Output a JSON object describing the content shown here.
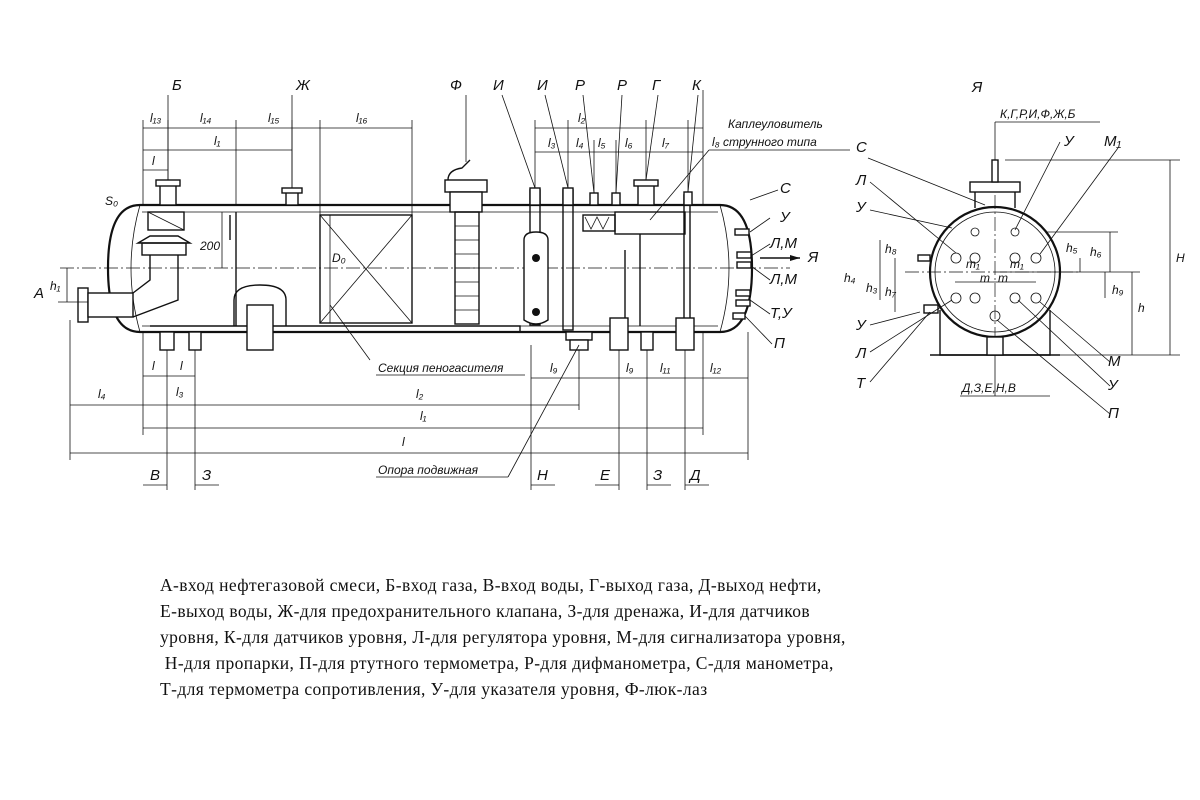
{
  "labels": {
    "nozzle_top": [
      "Б",
      "Ж",
      "Ф",
      "И",
      "И",
      "Р",
      "Р",
      "Г",
      "К"
    ],
    "nozzle_bottom": [
      "В",
      "З",
      "Н",
      "Е",
      "З",
      "Д"
    ],
    "nozzle_right": [
      "С",
      "У",
      "Л,М",
      "Я",
      "Л,М",
      "Т,У",
      "П"
    ],
    "inlet": "А",
    "wall": "S₀",
    "height_200": "200",
    "dia": "D₀",
    "h1": "h₁",
    "capture_1": "Каплеуловитель",
    "capture_2": "l₈ струнного типа",
    "foam_section": "Секция пеногасителя",
    "support": "Опора подвижная",
    "top_dims": [
      "l₁₃",
      "l₁₄",
      "l₁₅",
      "l₁₆",
      "l₁",
      "l",
      "l₂",
      "l₃",
      "l₄",
      "l₅",
      "l₆",
      "l₇"
    ],
    "bottom_dims": [
      "l",
      "l",
      "l₃",
      "l₄",
      "l₂",
      "l₁",
      "l",
      "l₉",
      "l₉",
      "l₁₁",
      "l₁₂"
    ],
    "side_title": "Я",
    "side_top": "К,Г,Р,И,Ф,Ж,Б",
    "side_left": [
      "С",
      "Л",
      "У",
      "У",
      "Л",
      "Т"
    ],
    "side_right": [
      "У",
      "М₁",
      "М",
      "У",
      "П"
    ],
    "side_bottom": "Д,З,Е,Н,В",
    "side_h": [
      "h₈",
      "h₇",
      "h₃",
      "h₄",
      "h₅",
      "h₆",
      "h₉",
      "h",
      "H"
    ],
    "side_m": [
      "m₁",
      "m₁",
      "m",
      "m"
    ]
  },
  "legend": [
    "А-вход нефтегазовой смеси, Б-вход газа, В-вход воды, Г-выход газа, Д-выход нефти,",
    "Е-выход воды, Ж-для предохранительного клапана, З-для дренажа, И-для датчиков",
    "уровня, К-для датчиков уровня, Л-для регулятора уровня, М-для сигнализатора уровня,",
    " Н-для пропарки, П-для ртутного термометра, Р-для дифманометра, С-для манометра,",
    "Т-для термометра сопротивления, У-для указателя уровня, Ф-люк-лаз"
  ]
}
